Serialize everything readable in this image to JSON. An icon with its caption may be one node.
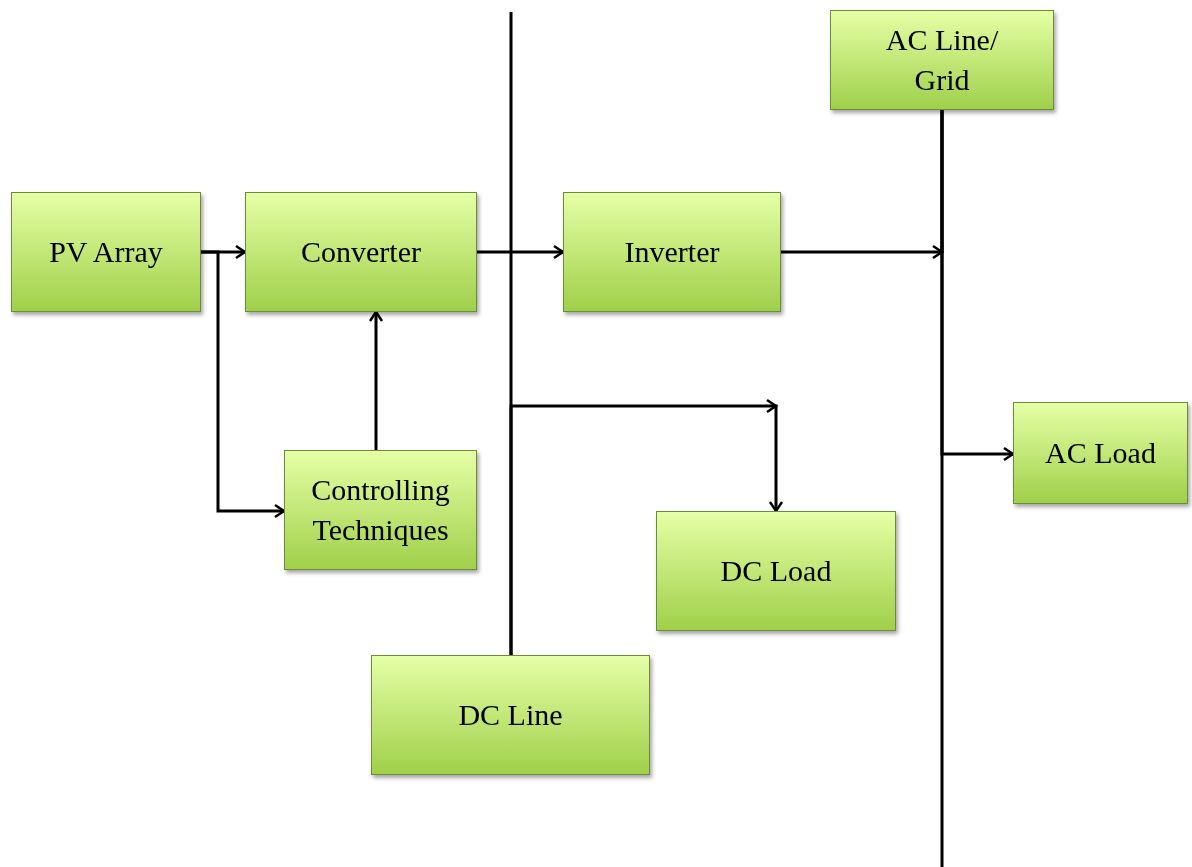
{
  "diagram": {
    "nodes": [
      {
        "text": [
          "PV Array"
        ]
      },
      {
        "text": [
          "Converter"
        ]
      },
      {
        "text": [
          "Inverter"
        ]
      },
      {
        "text": [
          "AC Line/ Grid"
        ]
      },
      {
        "text": [
          "Controlling Techniques"
        ]
      },
      {
        "text": [
          "AC Load"
        ]
      },
      {
        "text": [
          "DC Load"
        ]
      },
      {
        "text": [
          "DC Line"
        ]
      }
    ],
    "edges": [
      {
        "from": 0,
        "to": 1,
        "arrow": "to"
      },
      {
        "from": 0,
        "to": 4,
        "arrow": "to"
      },
      {
        "from": 4,
        "to": 1,
        "arrow": "to"
      },
      {
        "from": 1,
        "to": 2,
        "arrow": "to"
      },
      {
        "from": 7,
        "to": null,
        "arrow": "none"
      },
      {
        "from": 7,
        "to": 6,
        "arrow": "to"
      },
      {
        "from": 2,
        "to": 3,
        "arrow": "to"
      },
      {
        "from": 3,
        "to": null,
        "arrow": "none"
      },
      {
        "from": 3,
        "to": 5,
        "arrow": "to"
      }
    ]
  }
}
